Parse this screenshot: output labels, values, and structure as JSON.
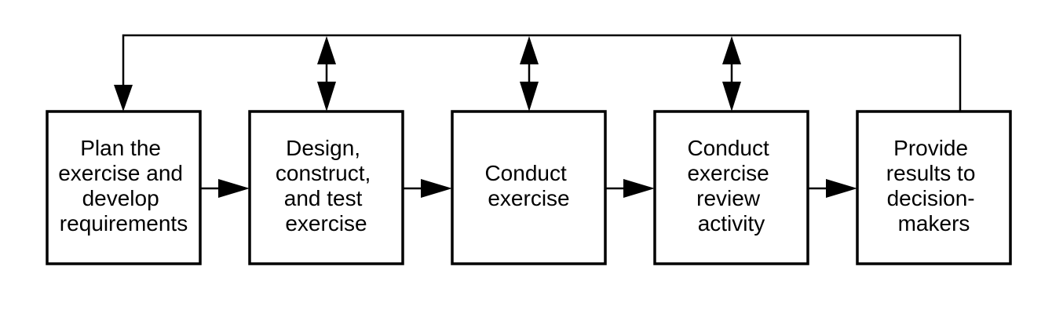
{
  "diagram": {
    "steps": [
      {
        "lines": [
          "Plan the",
          "exercise and",
          "develop",
          "requirements"
        ]
      },
      {
        "lines": [
          "Design,",
          "construct,",
          "and test",
          "exercise"
        ]
      },
      {
        "lines": [
          "Conduct",
          "exercise"
        ]
      },
      {
        "lines": [
          "Conduct",
          "exercise",
          "review",
          "activity"
        ]
      },
      {
        "lines": [
          "Provide",
          "results to",
          "decision-",
          "makers"
        ]
      }
    ],
    "colors": {
      "stroke": "#000000",
      "fill": "#ffffff"
    }
  }
}
